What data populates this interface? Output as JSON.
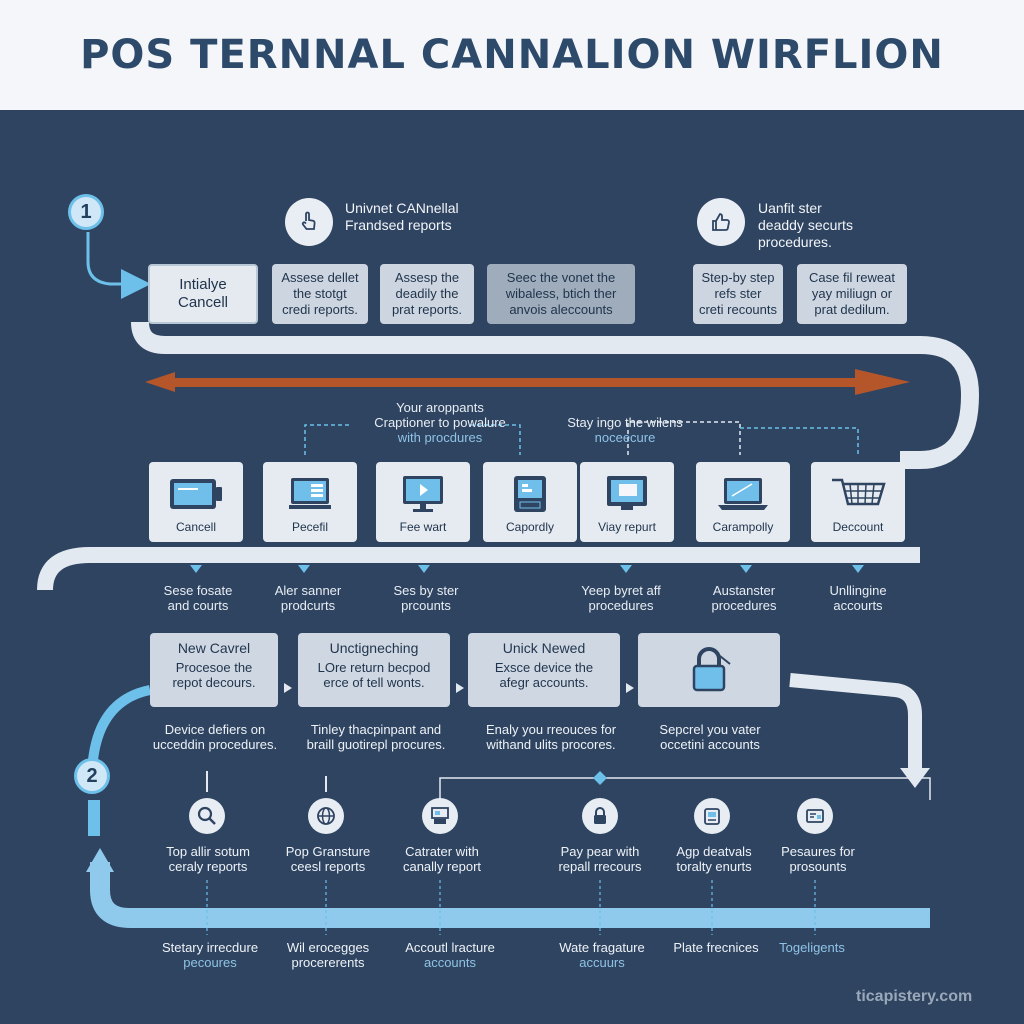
{
  "title": "POS TERNNAL CANNALION WIRFLION",
  "step1": {
    "number": "1",
    "header_left": [
      "Univnet CANnellal",
      "Frandsed reports"
    ],
    "header_right": [
      "Uanfit ster",
      "deaddy securts",
      "procedures."
    ],
    "boxes": [
      {
        "lines": [
          "Intialye",
          "Cancell"
        ],
        "style": "light"
      },
      {
        "lines": [
          "Assese dellet",
          "the stotgt",
          "credi reports."
        ]
      },
      {
        "lines": [
          "Assesp the",
          "deadily the",
          "prat reports."
        ]
      },
      {
        "lines": [
          "Seec the vonet the",
          "wibaless, btich ther",
          "anvois aleccounts"
        ],
        "style": "dim"
      },
      {
        "lines": [
          "Step-by step",
          "refs ster",
          "creti recounts"
        ]
      },
      {
        "lines": [
          "Case fil reweat",
          "yay miliugn or",
          "prat dedilum."
        ]
      }
    ],
    "center_label": [
      "Your aroppants",
      "Craptioner to powalure",
      "with procdures"
    ],
    "center_label_2": [
      "Stay ingo the wilens",
      "noceecure"
    ]
  },
  "cards": [
    {
      "label": "Cancell",
      "icon": "card-reader-icon"
    },
    {
      "label": "Pecefil",
      "icon": "monitor-list-icon"
    },
    {
      "label": "Fee wart",
      "icon": "monitor-play-icon"
    },
    {
      "label": "Capordly",
      "icon": "pos-device-icon"
    },
    {
      "label": "Viay repurt",
      "icon": "display-icon"
    },
    {
      "label": "Carampolly",
      "icon": "laptop-icon"
    },
    {
      "label": "Deccount",
      "icon": "basket-icon"
    }
  ],
  "card_captions": [
    [
      "Sese fosate",
      "and courts"
    ],
    [
      "Aler sanner",
      "prodcurts"
    ],
    [
      "Ses by ster",
      "prcounts"
    ],
    [
      "Yeep byret aff",
      "procedures"
    ],
    [
      "Austanster",
      "procedures"
    ],
    [
      "Unllingine",
      "accourts"
    ]
  ],
  "step2": {
    "number": "2",
    "procs": [
      {
        "title": "New Cavrel",
        "lines": [
          "Procesoe the",
          "repot decours."
        ]
      },
      {
        "title": "Unctigneching",
        "lines": [
          "LOre return becpod",
          "erce of tell wonts."
        ]
      },
      {
        "title": "Unick Newed",
        "lines": [
          "Exsce device the",
          "afegr accounts."
        ]
      },
      {
        "title": "",
        "lines": []
      }
    ],
    "proc_descs": [
      [
        "Device defiers on",
        "ucceddin procedures."
      ],
      [
        "Tinley thacpinpant and",
        "braill guotirepl procures."
      ],
      [
        "Enaly you rreouces for",
        "withand ulits procores."
      ],
      [
        "Sepcrel you vater",
        "occetini accounts"
      ]
    ],
    "small_items": [
      {
        "icon": "search-icon",
        "lines": [
          "Top allir sotum",
          "ceraly reports"
        ]
      },
      {
        "icon": "globe-icon",
        "lines": [
          "Pop Gransture",
          "ceesl reports"
        ]
      },
      {
        "icon": "register-icon",
        "lines": [
          "Catrater with",
          "canally report"
        ]
      },
      {
        "icon": "lock-icon",
        "lines": [
          "Pay pear with",
          "repall rrecours"
        ]
      },
      {
        "icon": "printer-icon",
        "lines": [
          "Agp deatvals",
          "toralty enurts"
        ]
      },
      {
        "icon": "receipt-icon",
        "lines": [
          "Pesaures for",
          "prosounts"
        ]
      }
    ],
    "bottom_labels": [
      {
        "main": "Stetary irrecdure",
        "sub": "pecoures"
      },
      {
        "main": "Wil erocegges",
        "sub": "procererents"
      },
      {
        "main": "Accoutl lracture",
        "sub": "accounts"
      },
      {
        "main": "Wate fragature",
        "sub": "accuurs"
      },
      {
        "main": "Plate frecnices",
        "sub": ""
      },
      {
        "main": "Togeligents",
        "sub": ""
      }
    ]
  },
  "watermark": "ticapistery.com",
  "colors": {
    "background": "#2f4461",
    "header_bg": "#f4f6f9",
    "title": "#2d4a6b",
    "arrow_orange": "#b5562a",
    "accent_blue": "#6cc0ea",
    "ribbon": "#e3e9f0"
  }
}
